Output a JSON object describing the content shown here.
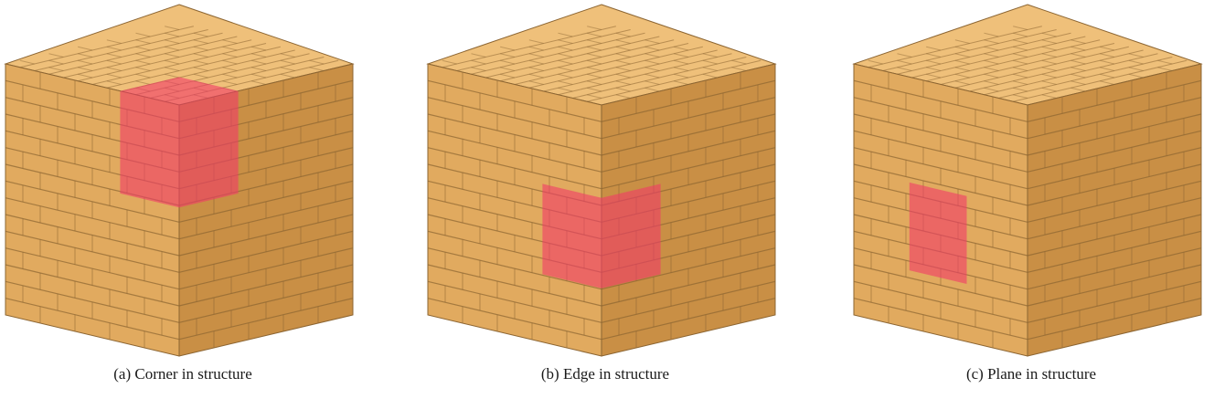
{
  "figure": {
    "panels": [
      {
        "id": "a",
        "caption": "(a) Corner in structure",
        "highlight": "corner"
      },
      {
        "id": "b",
        "caption": "(b) Edge in structure",
        "highlight": "edge"
      },
      {
        "id": "c",
        "caption": "(c) Plane in structure",
        "highlight": "plane"
      }
    ],
    "colors": {
      "top": "#efc07a",
      "left": "#e1aa5f",
      "right": "#c98f45",
      "mortar": "#8c6532",
      "highlight": "#f23a68"
    }
  }
}
